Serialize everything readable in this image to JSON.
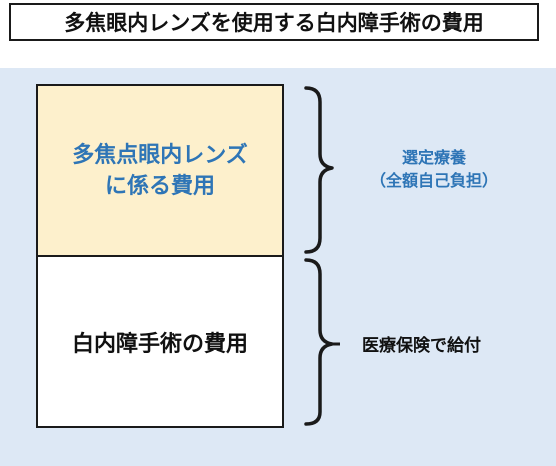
{
  "title": "多焦眼内レンズを使用する白内障手術の費用",
  "blocks": {
    "lens_cost": {
      "line1": "多焦点眼内レンズ",
      "line2": "に係る費用"
    },
    "surgery_cost": {
      "label": "白内障手術の費用"
    }
  },
  "labels": {
    "selected_care": {
      "line1": "選定療養",
      "line2": "（全額自己負担）"
    },
    "insurance": {
      "label": "医療保険で給付"
    }
  },
  "colors": {
    "background_panel": "#dde8f5",
    "lens_block": "#fdf0cc",
    "accent_text": "#2e75b6",
    "dark_text": "#111111"
  }
}
